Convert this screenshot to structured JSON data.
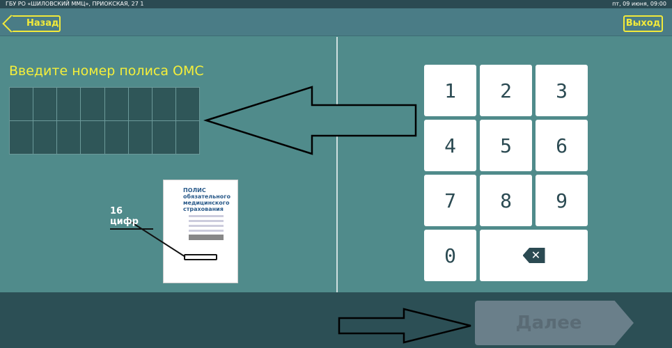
{
  "topbar": {
    "org": "ГБУ РО «ШИЛОВСКИЙ ММЦ», ПРИОКСКАЯ, 27 1",
    "datetime": "пт, 09 июня, 09:00"
  },
  "header": {
    "back_label": "Назад",
    "exit_label": "Выход"
  },
  "main": {
    "title": "Введите номер полиса ОМС",
    "hint_label": "16 цифр",
    "card_title": "ПОЛИС обязательного медицинского страхования"
  },
  "keypad": {
    "keys": [
      "1",
      "2",
      "3",
      "4",
      "5",
      "6",
      "7",
      "8",
      "9",
      "0"
    ],
    "backspace": "✕"
  },
  "footer": {
    "next_label": "Далее"
  }
}
